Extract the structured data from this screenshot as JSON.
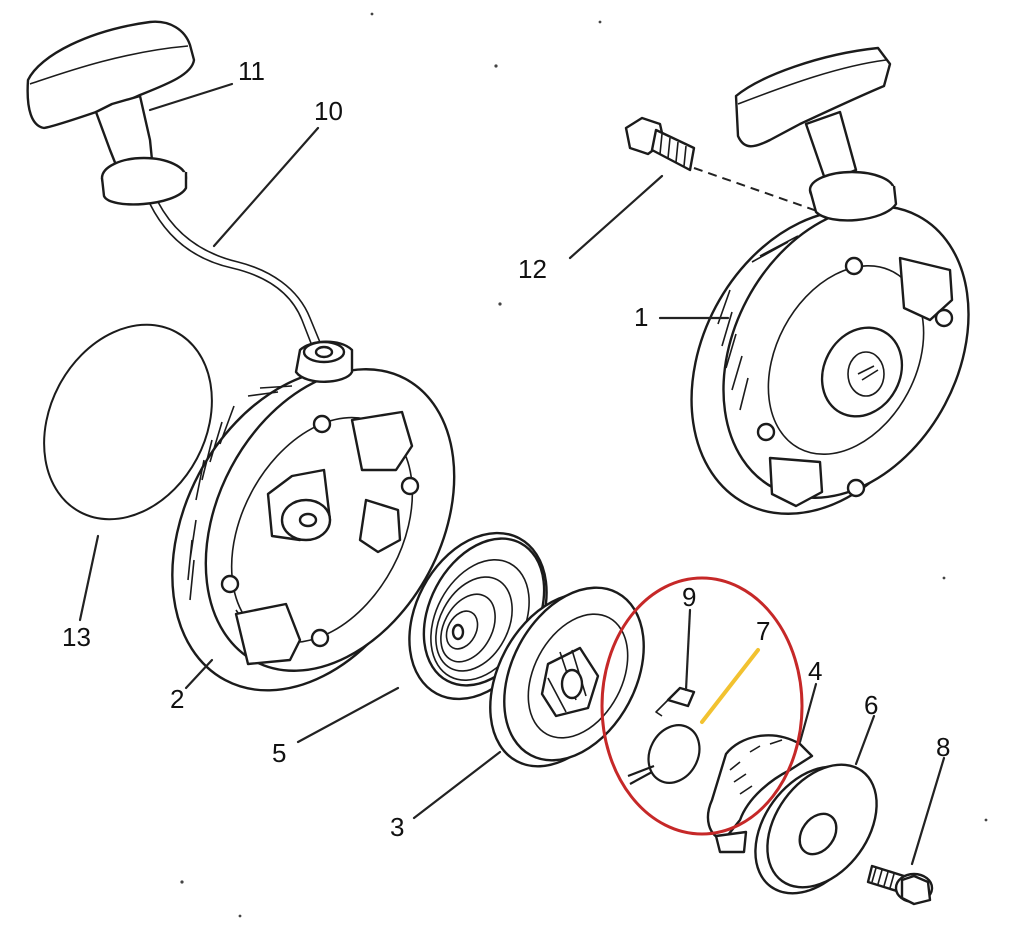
{
  "labels": {
    "l1": "1",
    "l2": "2",
    "l3": "3",
    "l4": "4",
    "l5": "5",
    "l6": "6",
    "l7": "7",
    "l8": "8",
    "l9": "9",
    "l10": "10",
    "l11": "11",
    "l12": "12",
    "l13": "13"
  },
  "colors": {
    "highlight_circle": "#c62828",
    "highlight_pointer": "#f2c230",
    "line_art": "#1b1b1b",
    "background": "#ffffff"
  }
}
